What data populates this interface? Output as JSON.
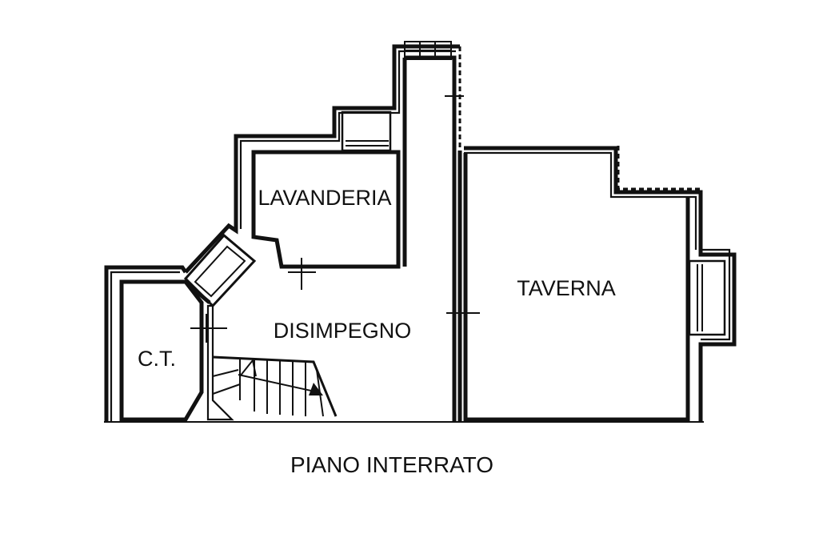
{
  "plan": {
    "title": "PIANO INTERRATO",
    "rooms": {
      "lavanderia": "LAVANDERIA",
      "disimpegno": "DISIMPEGNO",
      "ct": "C.T.",
      "taverna": "TAVERNA"
    }
  }
}
